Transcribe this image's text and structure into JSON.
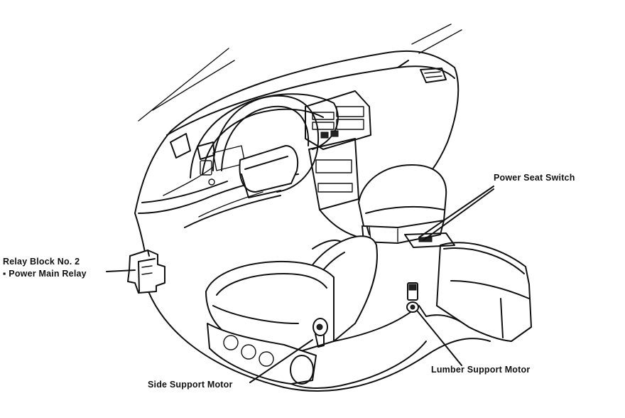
{
  "labels": {
    "power_seat_switch": "Power Seat Switch",
    "relay_block_line1": "Relay Block No. 2",
    "relay_block_line2": "▪ Power Main Relay",
    "side_support_motor": "Side Support Motor",
    "lumber_support_motor": "Lumber Support Motor"
  }
}
